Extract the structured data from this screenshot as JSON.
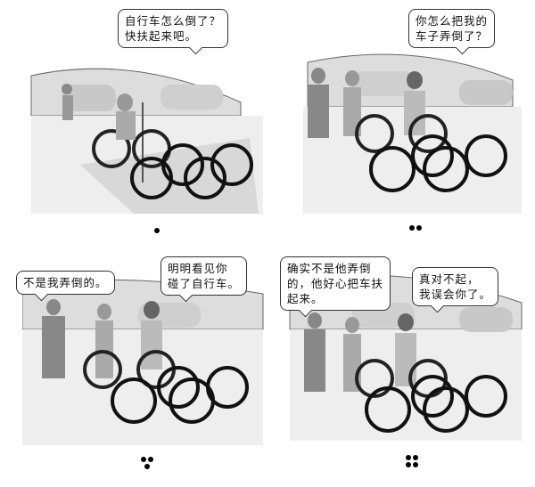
{
  "panels": [
    {
      "bubbles": [
        "自行车怎么倒了？\n快扶起来吧。"
      ],
      "dots": 1
    },
    {
      "bubbles": [
        "你怎么把我的\n车子弄倒了？"
      ],
      "dots": 2
    },
    {
      "bubbles": [
        "不是我弄倒的。",
        "明明看见你\n碰了自行车。"
      ],
      "dots": 3
    },
    {
      "bubbles": [
        "确实不是他弄倒\n的，他好心把车扶\n起来。",
        "真对不起，\n我误会你了。"
      ],
      "dots": 4
    }
  ]
}
